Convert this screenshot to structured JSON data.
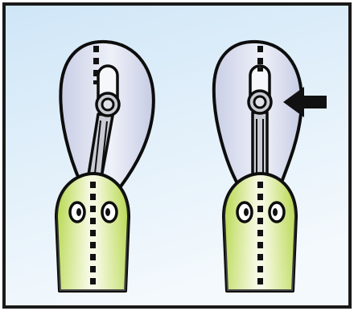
{
  "colors": {
    "outline": "#0d0d0d",
    "frame_border": "#1a1a1a",
    "background_top": "#cfe6f7",
    "background_bottom": "#f2f8fd",
    "shell": "#d7dcee",
    "shell_highlight": "#f3f5fb",
    "fixture_light": "#f4f8dc",
    "fixture_green": "#b8d84a",
    "metal": "#c9cbd4",
    "metal_dark": "#8d909c",
    "marker": "#111111",
    "arrow": "#111111"
  },
  "icons": {
    "left": "ankle-fixture-unlocked-icon",
    "right": "ankle-fixture-locked-icon",
    "arrow": "pointer-arrow-icon"
  },
  "panels": [
    {
      "name": "left-assembly",
      "state": "unlocked"
    },
    {
      "name": "right-assembly",
      "state": "locked",
      "indicator": "arrow-left"
    }
  ]
}
